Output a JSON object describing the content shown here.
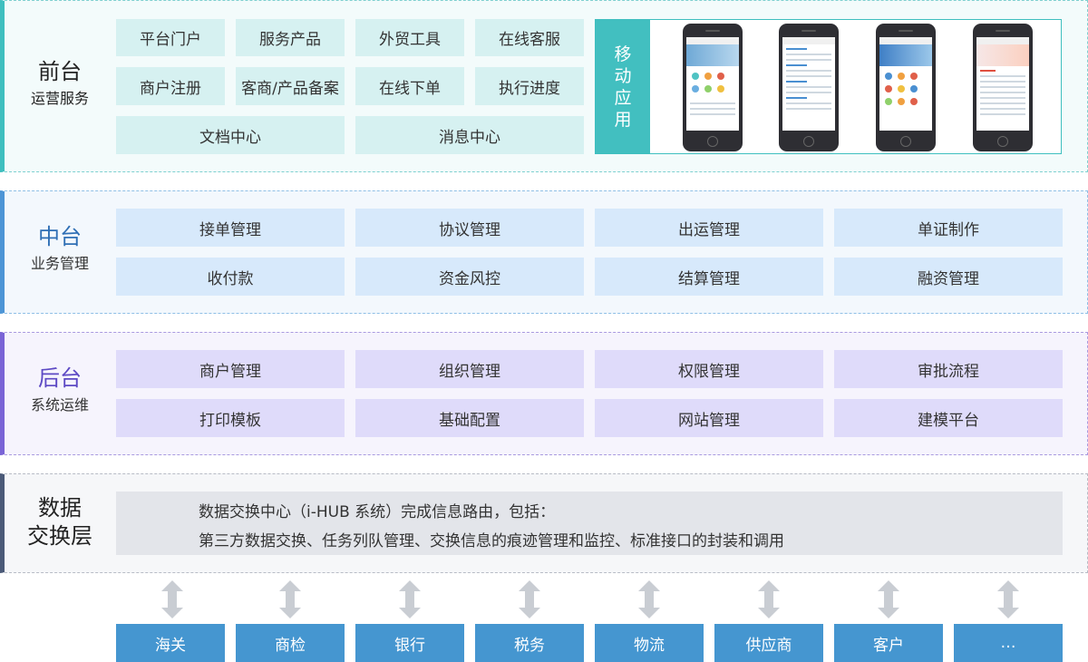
{
  "front": {
    "title": "前台",
    "subtitle": "运营服务",
    "items": [
      "平台门户",
      "服务产品",
      "外贸工具",
      "在线客服",
      "商户注册",
      "客商/产品备案",
      "在线下单",
      "执行进度",
      "文档中心",
      "消息中心"
    ],
    "mobile_label": "移动应用"
  },
  "middle": {
    "title": "中台",
    "subtitle": "业务管理",
    "items": [
      "接单管理",
      "协议管理",
      "出运管理",
      "单证制作",
      "收付款",
      "资金风控",
      "结算管理",
      "融资管理"
    ]
  },
  "back": {
    "title": "后台",
    "subtitle": "系统运维",
    "items": [
      "商户管理",
      "组织管理",
      "权限管理",
      "审批流程",
      "打印模板",
      "基础配置",
      "网站管理",
      "建模平台"
    ]
  },
  "data_layer": {
    "title_line1": "数据",
    "title_line2": "交换层",
    "line1": "数据交换中心（i-HUB 系统）完成信息路由，包括：",
    "line2": "第三方数据交换、任务列队管理、交换信息的痕迹管理和监控、标准接口的封装和调用"
  },
  "externals": [
    "海关",
    "商检",
    "银行",
    "税务",
    "物流",
    "供应商",
    "客户",
    "…"
  ],
  "colors": {
    "front_accent": "#3fbfbf",
    "middle_accent": "#4d95d6",
    "back_accent": "#7a64d6",
    "data_accent": "#4b5a78",
    "external_blue": "#4596d0",
    "arrow_gray": "#c9cdd3"
  }
}
